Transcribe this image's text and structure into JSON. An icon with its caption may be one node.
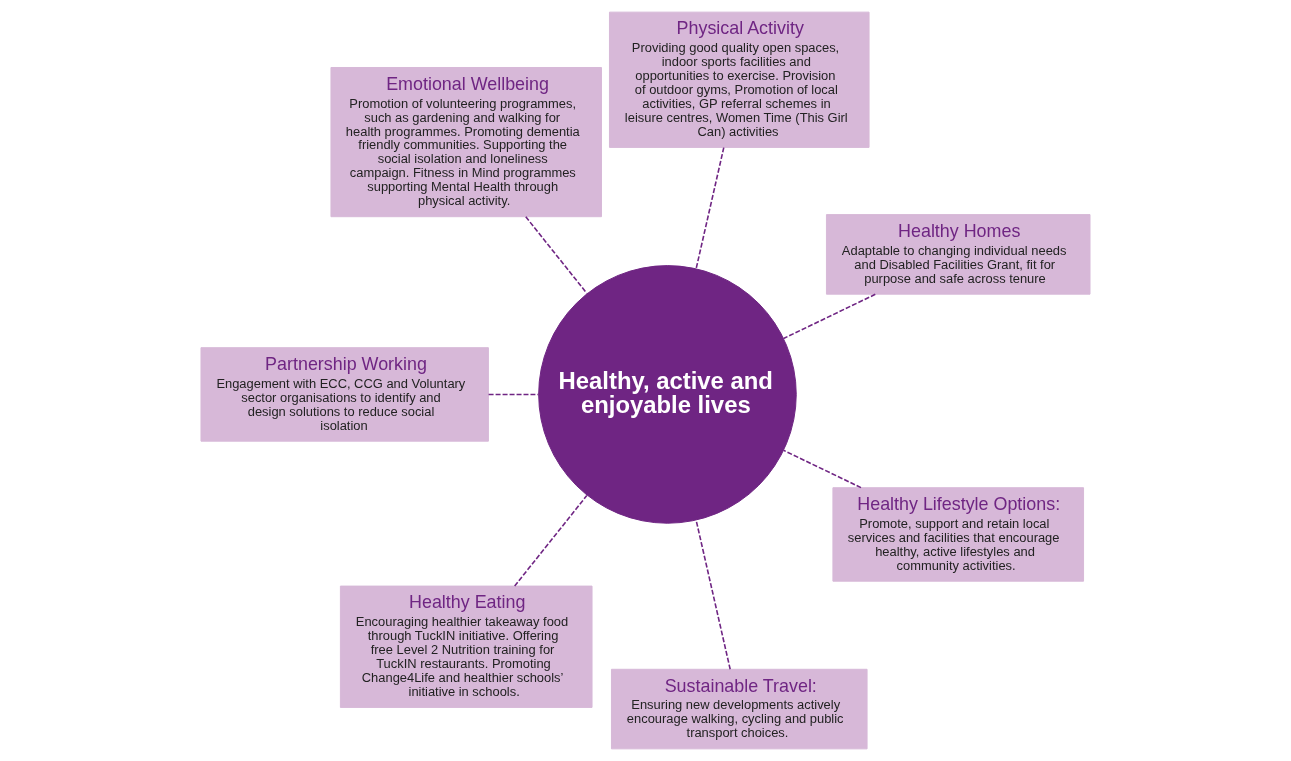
{
  "diagram": {
    "nodes": [
      {
        "text": [
          "Healthy Homes",
          "Adaptable to changing individual needs and Disabled Facilities Grant, fit for purpose and safe across tenure"
        ]
      },
      {
        "text": [
          "Physical Activity",
          "Providing good quality open spaces, indoor sports facilities and opportunities to exercise. Provision of outdoor gyms, Promotion of local activities, GP referral schemes in leisure centres, Women Time (This Girl Can) activities"
        ]
      },
      {
        "text": [
          "Emotional Wellbeing",
          "Promotion of volunteering programmes, such as gardening and walking for health programmes. Promoting dementia friendly communities. Supporting the social isolation and loneliness campaign. Fitness in Mind programmes supporting Mental Health through physical activity."
        ]
      },
      {
        "text": [
          "Partnership Working",
          "Engagement with ECC, CCG and Voluntary sector organisations to identify and design solutions to reduce social isolation"
        ]
      },
      {
        "text": [
          "Healthy, active and enjoyable lives"
        ]
      },
      {
        "text": [
          "Healthy Eating",
          "Encouraging healthier takeaway food through TuckIN initiative. Offering free Level 2 Nutrition training for TuckIN restaurants. Promoting Change4Life and healthier schools’ initiative in schools."
        ]
      },
      {
        "text": [
          "Sustainable Travel:",
          "Ensuring new developments actively encourage walking, cycling and public transport choices."
        ]
      },
      {
        "text": [
          "Healthy Lifestyle Options:",
          "Promote, support and retain local services and facilities that encourage healthy, active lifestyles and community activities."
        ]
      }
    ],
    "edges": [
      {
        "from": 0,
        "to": 4,
        "arrow": "none",
        "style": "dashed"
      },
      {
        "from": 1,
        "to": 4,
        "arrow": "none",
        "style": "dashed"
      },
      {
        "from": 2,
        "to": 4,
        "arrow": "none",
        "style": "dashed"
      },
      {
        "from": 3,
        "to": 4,
        "arrow": "none",
        "style": "dashed"
      },
      {
        "from": 5,
        "to": 4,
        "arrow": "none",
        "style": "dashed"
      },
      {
        "from": 6,
        "to": 4,
        "arrow": "none",
        "style": "dashed"
      },
      {
        "from": 7,
        "to": 4,
        "arrow": "none",
        "style": "dashed"
      }
    ]
  }
}
